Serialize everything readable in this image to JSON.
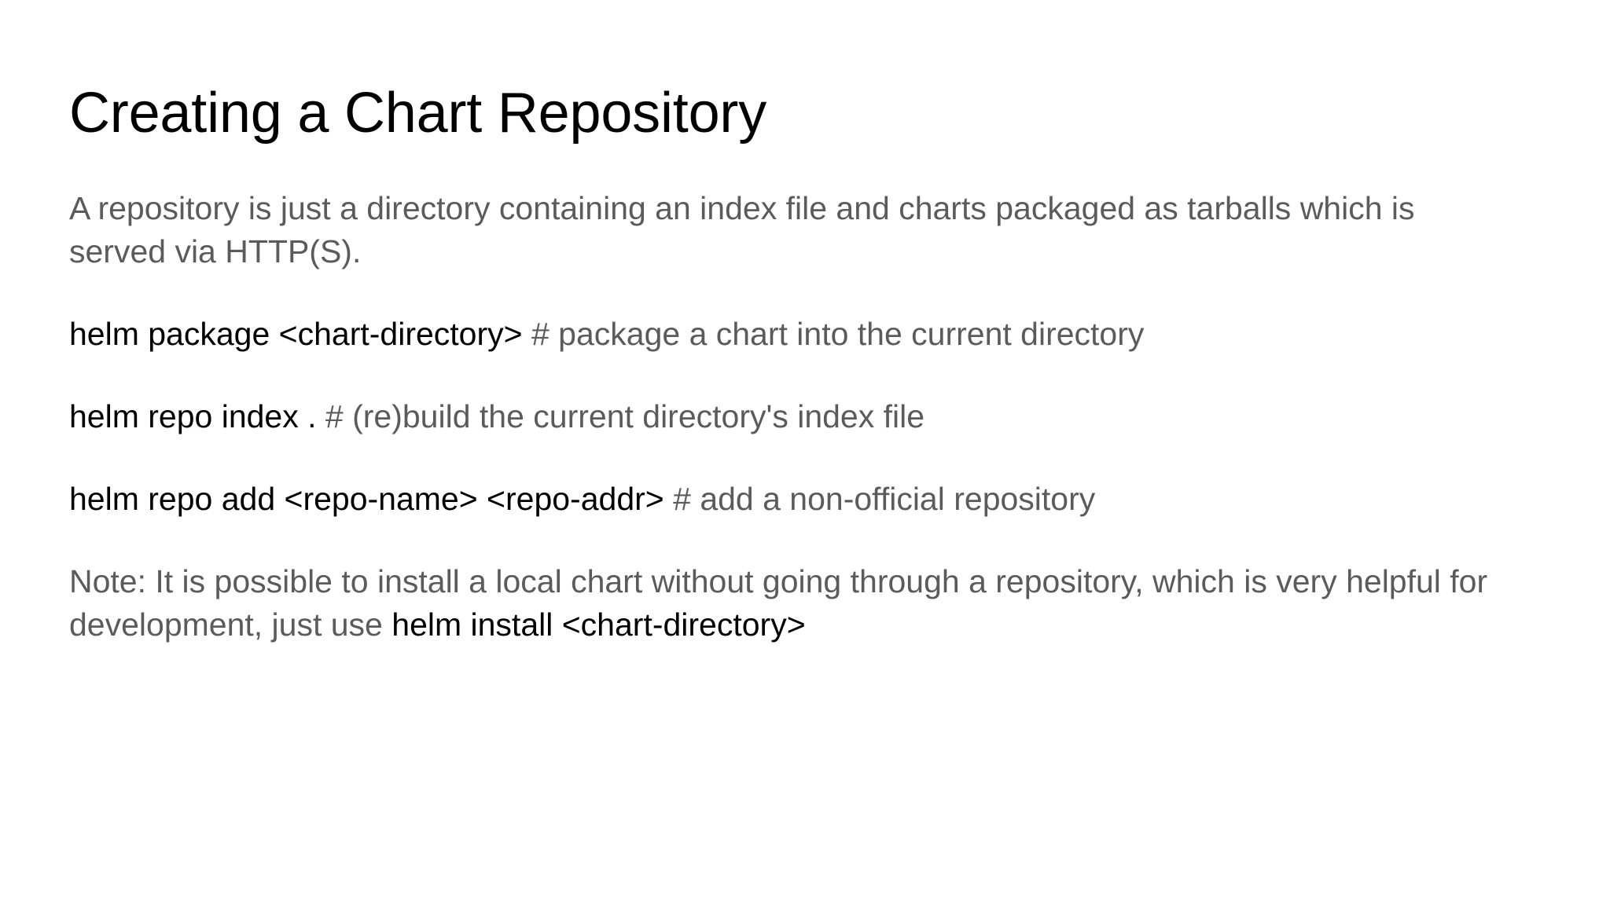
{
  "slide": {
    "title": "Creating a Chart Repository",
    "background_color": "#ffffff",
    "title_color": "#000000",
    "body_color": "#5b5b5b",
    "command_color": "#000000",
    "paragraphs": {
      "intro": "A repository is just a directory containing an index file and charts packaged as tarballs which is served via HTTP(S).",
      "cmd1_command": "helm package <chart-directory>",
      "cmd1_comment": "# package a chart into the current directory",
      "cmd2_command": "helm repo index .",
      "cmd2_comment": "# (re)build the current directory's index file",
      "cmd3_command": "helm repo add <repo-name> <repo-addr>",
      "cmd3_comment": "# add a non-official repository",
      "note_lead": "Note: It is possible to install a local chart without going through a repository, which is very helpful for development, just use",
      "note_command": "helm install <chart-directory>"
    }
  }
}
